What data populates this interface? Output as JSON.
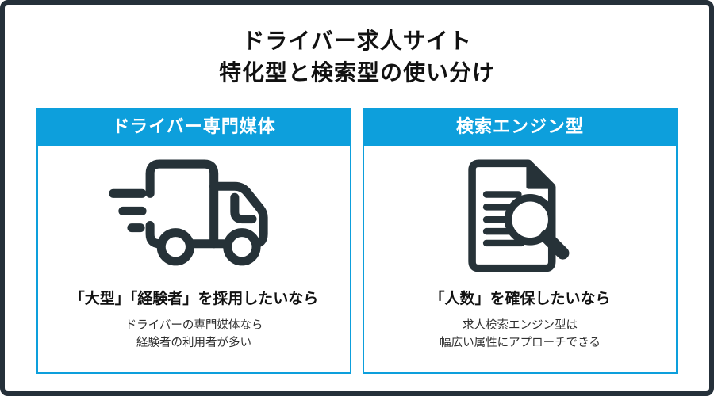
{
  "title": {
    "line1": "ドライバー求人サイト",
    "line2": "特化型と検索型の使い分け"
  },
  "cards": [
    {
      "header": "ドライバー専門媒体",
      "icon": "truck-icon",
      "caption": "「大型」「経験者」を採用したいなら",
      "description_line1": "ドライバーの専門媒体なら",
      "description_line2": "経験者の利用者が多い"
    },
    {
      "header": "検索エンジン型",
      "icon": "document-search-icon",
      "caption": "「人数」を確保したいなら",
      "description_line1": "求人検索エンジン型は",
      "description_line2": "幅広い属性にアプローチできる"
    }
  ],
  "colors": {
    "accent_color": "#0D9FDC",
    "frame_color": "#25303A",
    "icon_color": "#263238",
    "header_text_color": "#FFFFFF"
  }
}
